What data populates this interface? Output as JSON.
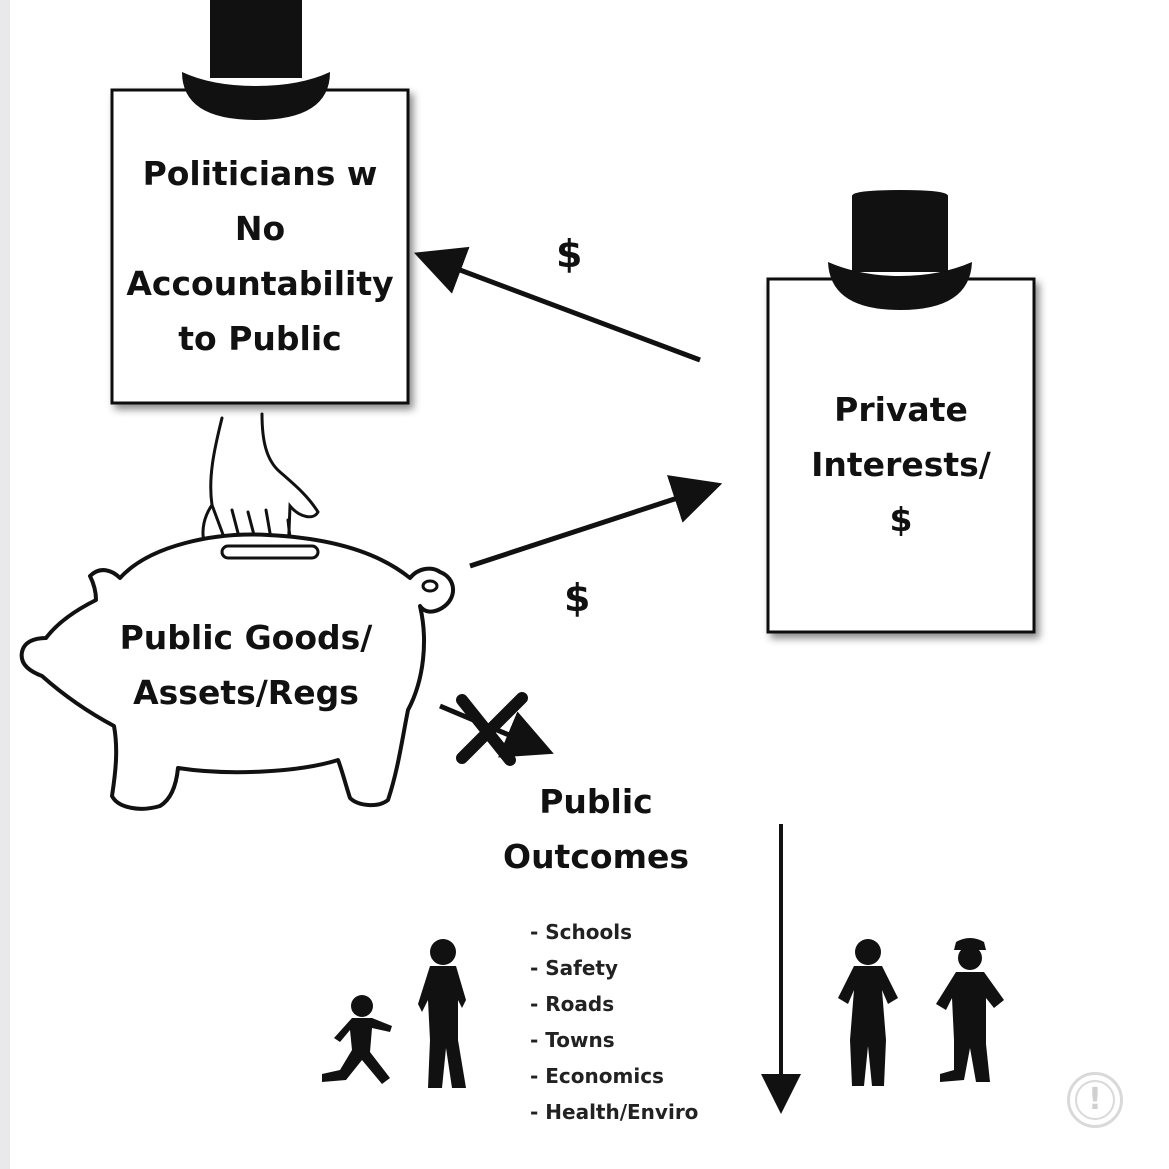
{
  "politicians_box": {
    "lines": [
      "Politicians w",
      "No",
      "Accountability",
      "to Public"
    ]
  },
  "private_box": {
    "lines": [
      "Private",
      "Interests/",
      "$"
    ]
  },
  "piggy_bank": {
    "lines": [
      "Public Goods/",
      "Assets/Regs"
    ]
  },
  "flows": {
    "to_politicians_label": "$",
    "to_private_label": "$"
  },
  "public_outcomes": {
    "title_lines": [
      "Public",
      "Outcomes"
    ],
    "items": [
      "Schools",
      "Safety",
      "Roads",
      "Towns",
      "Economics",
      "Health/Enviro"
    ]
  },
  "icons": [
    "top-hat-icon",
    "hand-icon",
    "piggy-bank-icon",
    "crossed-arrow-icon",
    "person-silhouette-icon",
    "alert-icon"
  ]
}
